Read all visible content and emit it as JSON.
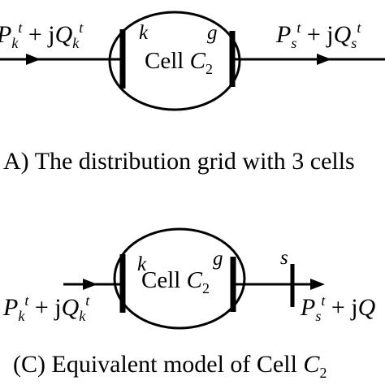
{
  "top_diagram": {
    "left_flow": {
      "base": "P",
      "sub": "k",
      "sup": "t",
      "op": " + j",
      "base2": "Q",
      "sub2": "k",
      "sup2": "t"
    },
    "right_flow": {
      "base": "P",
      "sub": "s",
      "sup": "t",
      "op": " + j",
      "base2": "Q",
      "sub2": "s",
      "sup2": "t"
    },
    "node_left": "k",
    "node_right": "g",
    "cell_word": "Cell ",
    "cell_var": "C",
    "cell_sub": "2",
    "caption": "A) The distribution grid with 3 cells"
  },
  "bottom_diagram": {
    "left_flow": {
      "base": "P",
      "sub": "k",
      "sup": "t",
      "op": " + j",
      "base2": "Q",
      "sub2": "k",
      "sup2": "t"
    },
    "right_flow": {
      "base": "P",
      "sub": "s",
      "sup": "t",
      "op": " + j",
      "base2": "Q"
    },
    "node_left": "k",
    "node_right": "g",
    "node_s": "s",
    "cell_word": "Cell ",
    "cell_var": "C",
    "cell_sub": "2",
    "caption_prefix": "(C) Equivalent model of Cell ",
    "caption_var": "C",
    "caption_sub": "2"
  }
}
